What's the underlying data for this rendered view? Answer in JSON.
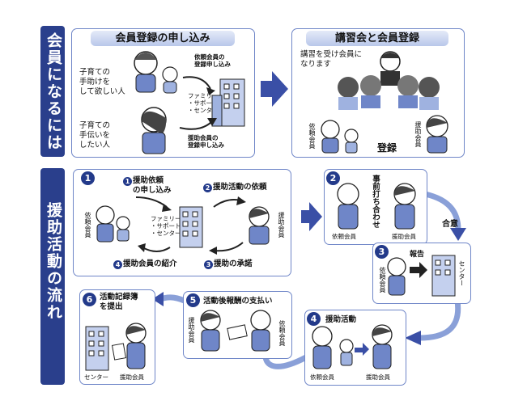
{
  "section1": {
    "band_label": "会員になるには",
    "left_panel": {
      "title": "会員登録の申し込み",
      "requester_desc": "子育ての\n手助けを\nして欲しい人",
      "helper_desc": "子育ての\n手伝いを\nしたい人",
      "requester_apply": "依頼会員の\n登録申し込み",
      "helper_apply": "援助会員の\n登録申し込み",
      "center_label": "ファミリー\n・サポート\n・センター"
    },
    "right_panel": {
      "title": "講習会と会員登録",
      "intro": "講習を受け会員に\nなります",
      "registration": "登録",
      "requester_member": "依頼会員",
      "helper_member": "援助会員"
    }
  },
  "section2": {
    "band_label": "援助活動の流れ",
    "step1": {
      "number": "1",
      "sub1_num": "1",
      "sub1": "援助依頼\nの申し込み",
      "sub2_num": "2",
      "sub2": "援助活動の依頼",
      "sub3_num": "3",
      "sub3": "援助の承諾",
      "sub4_num": "4",
      "sub4": "援助会員の紹介",
      "requester": "依頼会員",
      "helper": "援助会員",
      "center": "ファミリー\n・サポート\n・センター"
    },
    "step2": {
      "number": "2",
      "text": "事前打ち合わせ",
      "requester": "依頼会員",
      "helper": "援助会員",
      "agreement": "合意"
    },
    "step3": {
      "number": "3",
      "report": "報告",
      "requester": "依頼会員",
      "center": "センター"
    },
    "step4": {
      "number": "4",
      "title": "援助活動",
      "requester": "依頼会員",
      "helper": "援助会員"
    },
    "step5": {
      "number": "5",
      "title": "活動後報酬の支払い",
      "helper": "援助会員",
      "requester": "依頼会員"
    },
    "step6": {
      "number": "6",
      "title": "活動記録簿\nを提出",
      "center": "センター",
      "helper": "援助会員"
    }
  },
  "colors": {
    "band": "#2a3f8c",
    "arrow": "#3a4fa6",
    "panel_border": "#6f86c8"
  }
}
